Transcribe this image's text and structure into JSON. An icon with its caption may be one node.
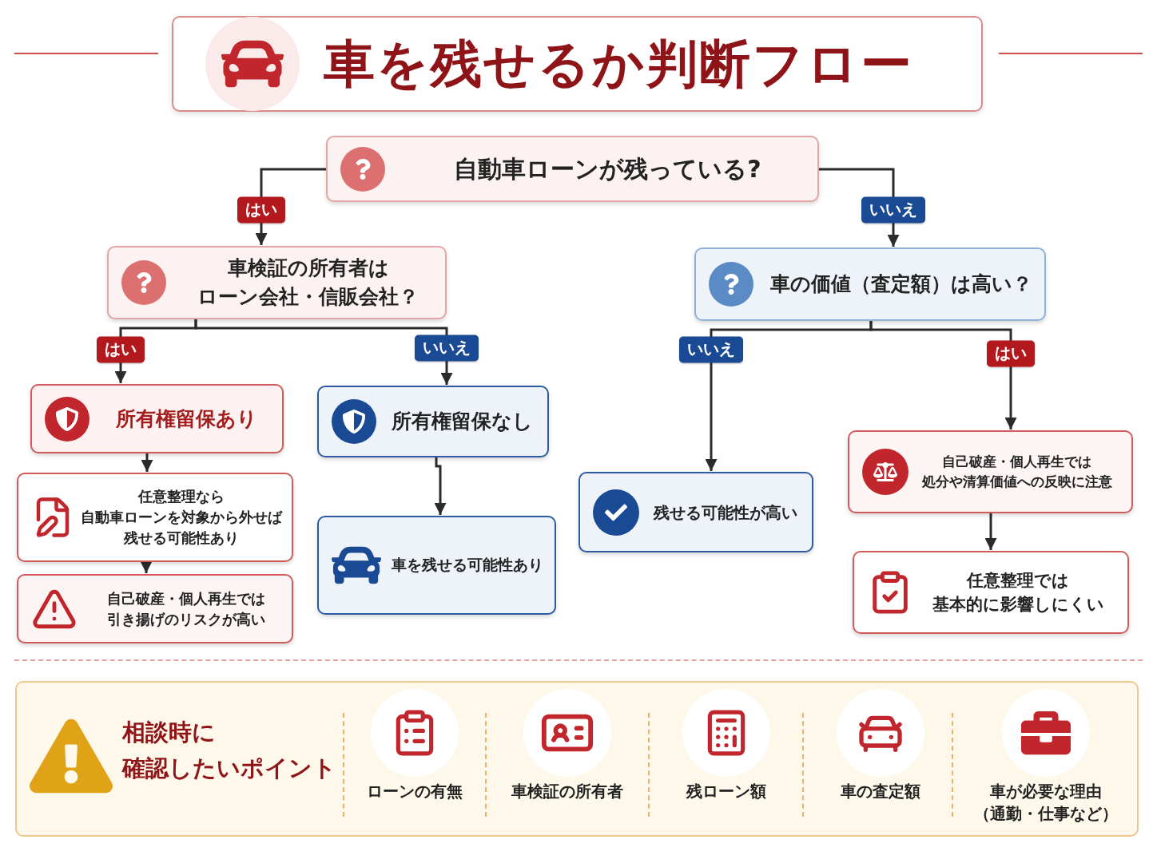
{
  "diagram": {
    "title": "車を残せるか判断フロー",
    "nodes": [
      {
        "text": [
          "自動車ローンが残っている?"
        ]
      },
      {
        "text": [
          "車検証の所有者はローン会社・信販会社？"
        ]
      },
      {
        "text": [
          "車の価値（査定額）は高い？"
        ]
      },
      {
        "text": [
          "所有権留保あり"
        ]
      },
      {
        "text": [
          "任意整理なら自動車ローンを対象から外せば残せる可能性あり"
        ]
      },
      {
        "text": [
          "自己破産・個人再生では引き揚げのリスクが高い"
        ]
      },
      {
        "text": [
          "所有権留保なし"
        ]
      },
      {
        "text": [
          "車を残せる可能性あり"
        ]
      },
      {
        "text": [
          "残せる可能性が高い"
        ]
      },
      {
        "text": [
          "自己破産・個人再生では処分や清算価値への反映に注意"
        ]
      },
      {
        "text": [
          "任意整理では基本的に影響しにくい"
        ]
      },
      {
        "text": [
          "相談時に確認したいポイント"
        ]
      }
    ],
    "edges": [
      {
        "from": 0,
        "to": 1,
        "arrow": "to",
        "label": "はい"
      },
      {
        "from": 0,
        "to": 2,
        "arrow": "to",
        "label": "いいえ"
      },
      {
        "from": 1,
        "to": 3,
        "arrow": "to",
        "label": "はい"
      },
      {
        "from": 1,
        "to": 6,
        "arrow": "to",
        "label": "いいえ"
      },
      {
        "from": 3,
        "to": 4,
        "arrow": "to"
      },
      {
        "from": 4,
        "to": 5,
        "arrow": "to"
      },
      {
        "from": 6,
        "to": 7,
        "arrow": "to"
      },
      {
        "from": 2,
        "to": 8,
        "arrow": "to",
        "label": "いいえ"
      },
      {
        "from": 2,
        "to": 9,
        "arrow": "to",
        "label": "はい"
      },
      {
        "from": 9,
        "to": 10,
        "arrow": "to"
      }
    ],
    "labels": [
      "ローンの有無",
      "車検証の所有者",
      "残ローン額",
      "車の査定額",
      "車が必要な理由（通勤・仕事など）"
    ]
  }
}
